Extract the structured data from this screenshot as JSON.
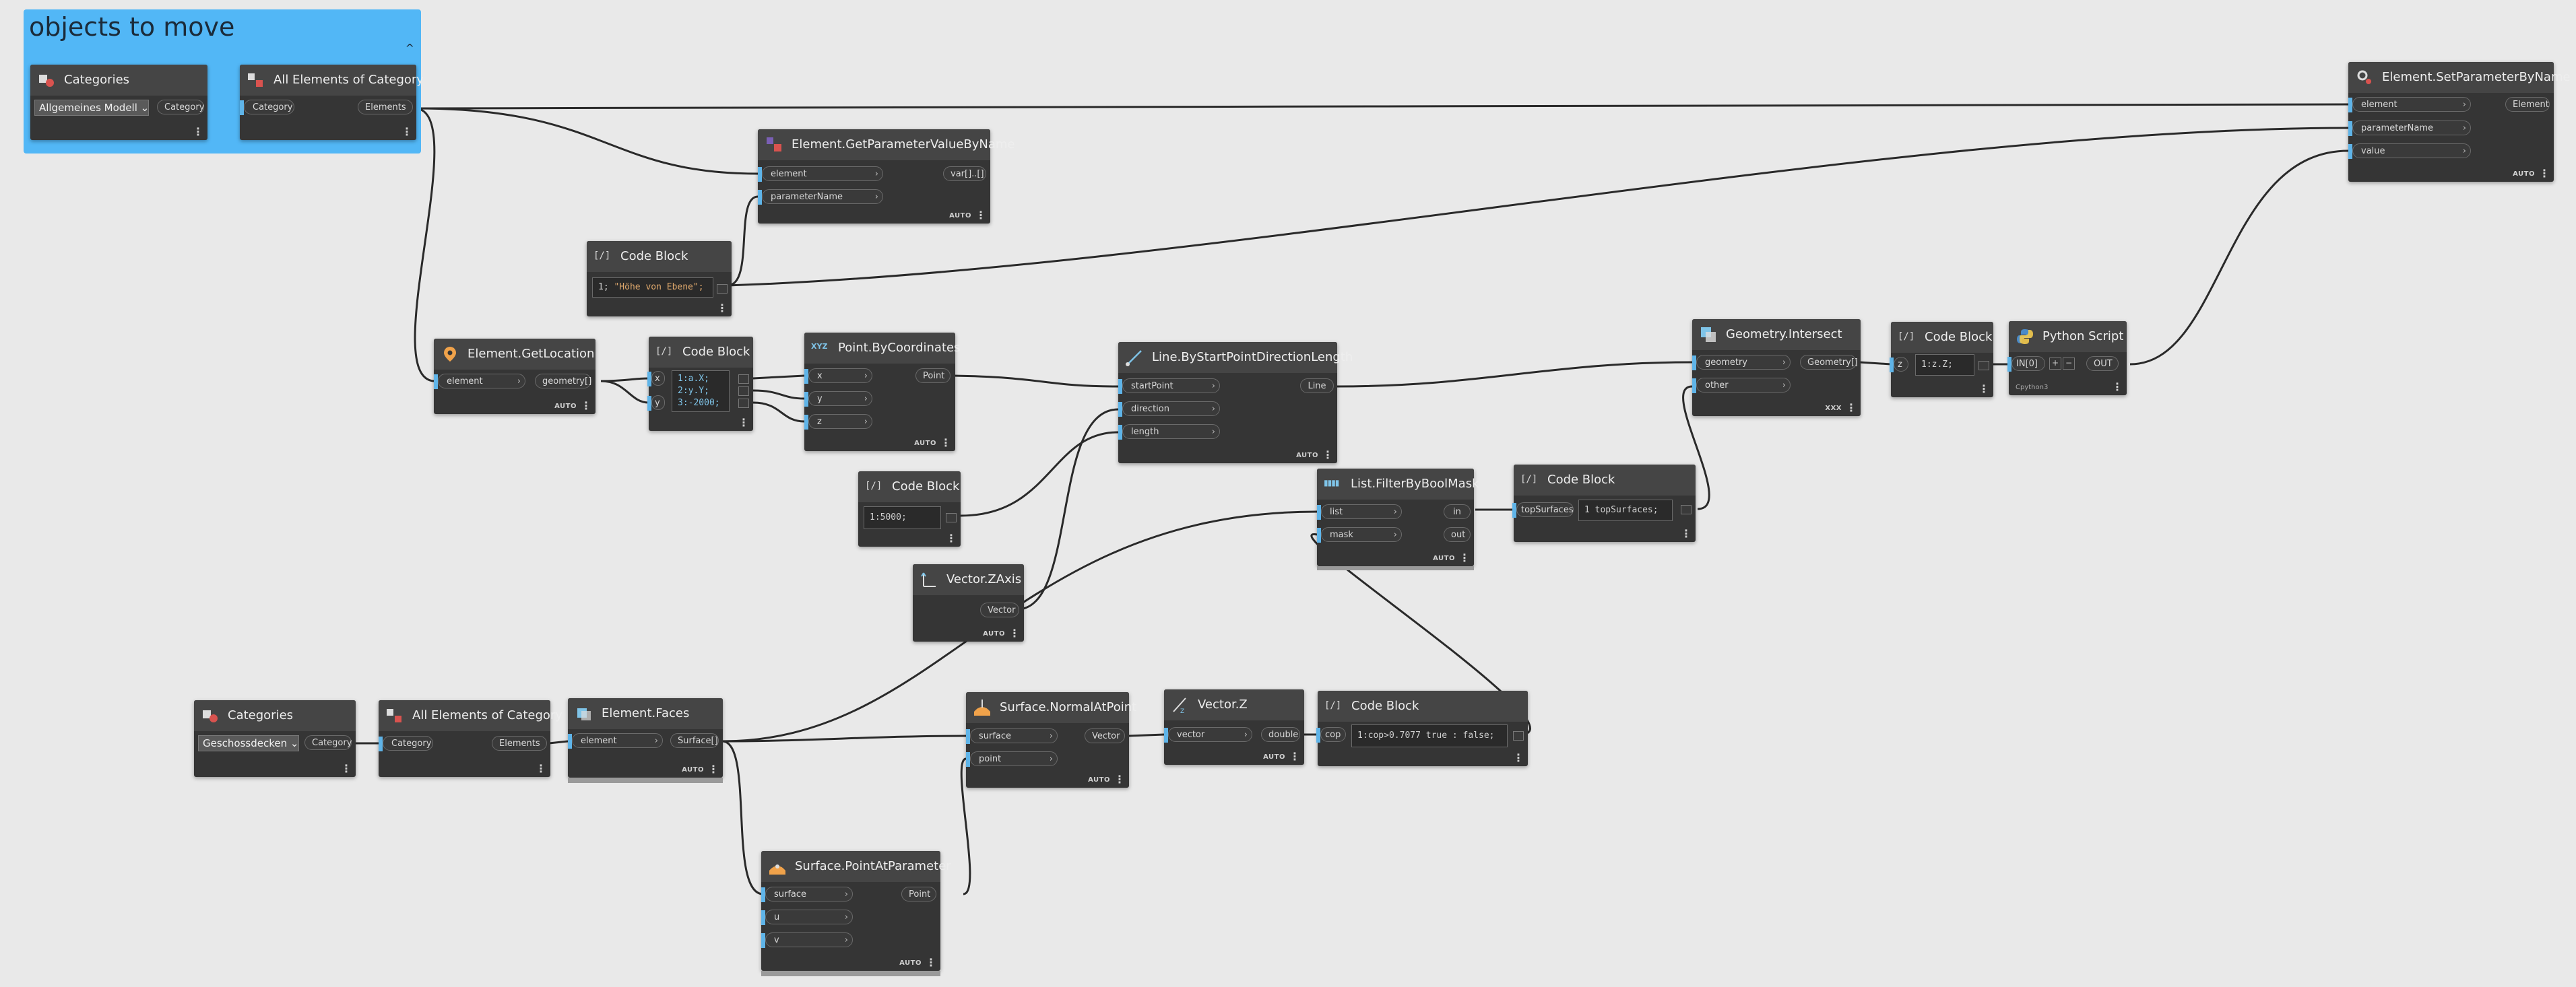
{
  "group": {
    "title": "objects to move"
  },
  "nodes": {
    "cat1": {
      "title": "Categories",
      "value": "Allgemeines Modell",
      "out": "Category"
    },
    "allcat1": {
      "title": "All Elements of Category",
      "in": "Category",
      "out": "Elements"
    },
    "getparam": {
      "title": "Element.GetParameterValueByName",
      "in1": "element",
      "in2": "parameterName",
      "out": "var[]..[]",
      "lacing": "AUTO"
    },
    "code1": {
      "title": "Code Block",
      "line_no": "1;",
      "text": "\"Höhe von Ebene\";"
    },
    "getloc": {
      "title": "Element.GetLocation",
      "in": "element",
      "out": "geometry[]",
      "lacing": "AUTO"
    },
    "code2": {
      "title": "Code Block",
      "in1": "x",
      "in2": "y",
      "lines": [
        "1:a.X;",
        "2:y.Y;",
        "3:-2000;"
      ]
    },
    "pointcoords": {
      "title": "Point.ByCoordinates",
      "in1": "x",
      "in2": "y",
      "in3": "z",
      "out": "Point",
      "lacing": "AUTO",
      "icon_text": "XYZ"
    },
    "code3": {
      "title": "Code Block",
      "text": "1:5000;"
    },
    "zaxis": {
      "title": "Vector.ZAxis",
      "out": "Vector",
      "lacing": "AUTO"
    },
    "line": {
      "title": "Line.ByStartPointDirectionLength",
      "in1": "startPoint",
      "in2": "direction",
      "in3": "length",
      "out": "Line",
      "lacing": "AUTO"
    },
    "filter": {
      "title": "List.FilterByBoolMask",
      "in1": "list",
      "in2": "mask",
      "out1": "in",
      "out2": "out",
      "lacing": "AUTO"
    },
    "code4": {
      "title": "Code Block",
      "in": "topSurfaces",
      "text": "1 topSurfaces;"
    },
    "intersect": {
      "title": "Geometry.Intersect",
      "in1": "geometry",
      "in2": "other",
      "out": "Geometry[]",
      "lacing": "XXX"
    },
    "code5": {
      "title": "Code Block",
      "in": "z",
      "text": "1:z.Z;"
    },
    "python": {
      "title": "Python Script",
      "in": "IN[0]",
      "out": "OUT",
      "add": "+",
      "remove": "−",
      "sub": "Cpython3"
    },
    "setparam": {
      "title": "Element.SetParameterByName",
      "in1": "element",
      "in2": "parameterName",
      "in3": "value",
      "out": "Element",
      "lacing": "AUTO"
    },
    "cat2": {
      "title": "Categories",
      "value": "Geschossdecken",
      "out": "Category"
    },
    "allcat2": {
      "title": "All Elements of Category",
      "in": "Category",
      "out": "Elements"
    },
    "faces": {
      "title": "Element.Faces",
      "in": "element",
      "out": "Surface[]",
      "lacing": "AUTO"
    },
    "normal": {
      "title": "Surface.NormalAtPoint",
      "in1": "surface",
      "in2": "point",
      "out": "Vector",
      "lacing": "AUTO"
    },
    "vecz": {
      "title": "Vector.Z",
      "in": "vector",
      "out": "double",
      "lacing": "AUTO"
    },
    "code6": {
      "title": "Code Block",
      "in": "cop",
      "text": "1:cop>0.7077 true : false;"
    },
    "pap": {
      "title": "Surface.PointAtParameter",
      "in1": "surface",
      "in2": "u",
      "in3": "v",
      "out": "Point",
      "lacing": "AUTO"
    }
  },
  "colors": {
    "canvas": "#e9e9e9",
    "group": "#52b7f6",
    "node": "#353535",
    "node_header": "#454545",
    "input_marker": "#5fb4e8",
    "wire": "#2a2a2a"
  },
  "icons": [
    "categories-icon",
    "all-elements-icon",
    "parameter-icon",
    "code-block-icon",
    "location-icon",
    "xyz-icon",
    "line-icon",
    "list-icon",
    "geometry-icon",
    "python-icon",
    "gear-icon",
    "faces-icon",
    "surface-icon",
    "vector-icon"
  ]
}
